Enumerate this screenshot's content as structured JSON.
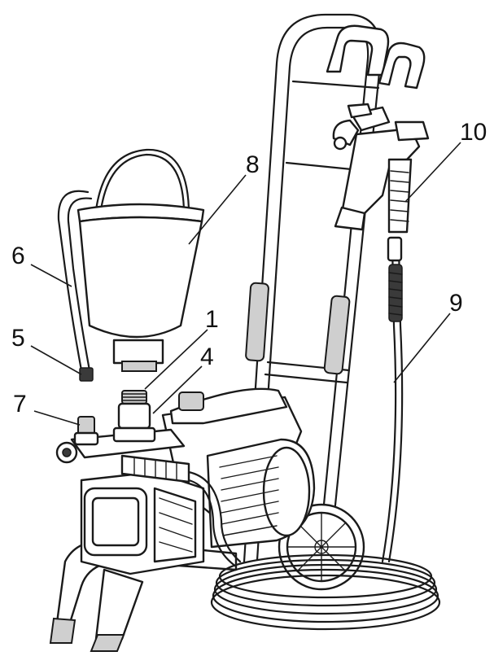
{
  "figure": {
    "callouts": [
      {
        "id": "1",
        "label": "1"
      },
      {
        "id": "4",
        "label": "4"
      },
      {
        "id": "5",
        "label": "5"
      },
      {
        "id": "6",
        "label": "6"
      },
      {
        "id": "7",
        "label": "7"
      },
      {
        "id": "8",
        "label": "8"
      },
      {
        "id": "9",
        "label": "9"
      },
      {
        "id": "10",
        "label": "10"
      }
    ],
    "colors": {
      "line": "#1a1a1a",
      "background": "#ffffff",
      "shade": "#cfcfcf"
    }
  }
}
